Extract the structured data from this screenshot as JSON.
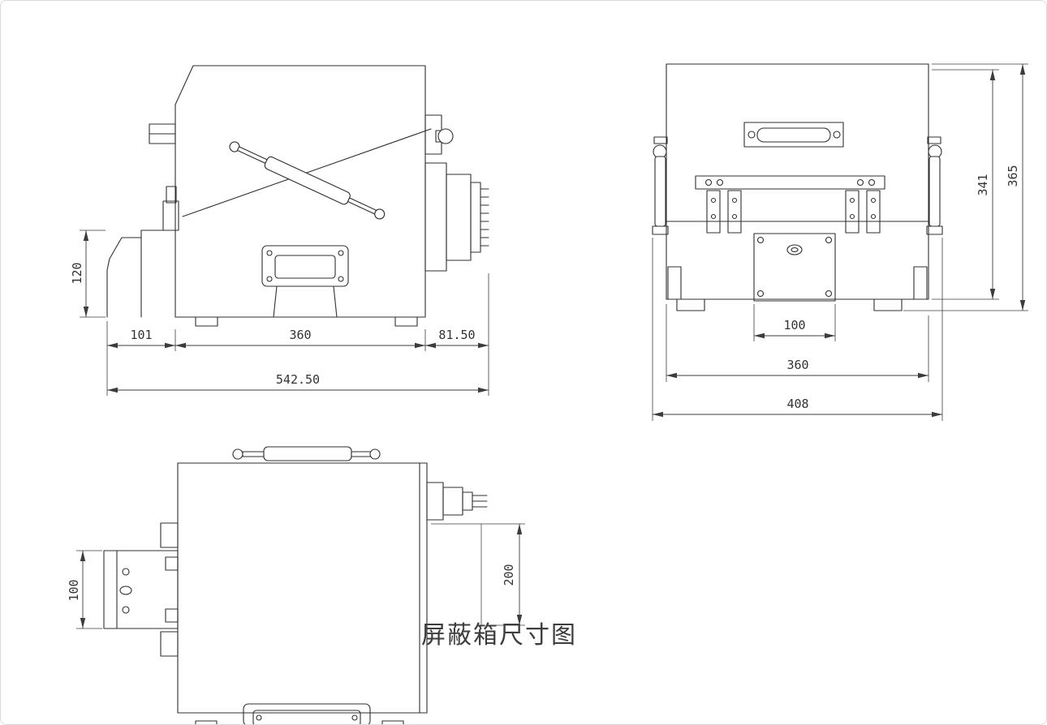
{
  "page": {
    "title": "屏蔽箱尺寸图"
  },
  "colors": {
    "line": "#2f2f2f",
    "dimension": "#3c3c3c",
    "border": "#d9d9d9",
    "background": "#ffffff"
  },
  "views": {
    "side": {
      "dims": {
        "bracket_height": "120",
        "front_offset": "101",
        "body_length": "360",
        "rear_offset": "81.50",
        "overall_length": "542.50"
      }
    },
    "rear": {
      "dims": {
        "body_height": "341",
        "overall_height": "365",
        "connector_width": "100",
        "body_width": "360",
        "overall_width": "408"
      }
    },
    "top": {
      "dims": {
        "fixture_width": "100",
        "connector_offset": "200"
      }
    }
  }
}
